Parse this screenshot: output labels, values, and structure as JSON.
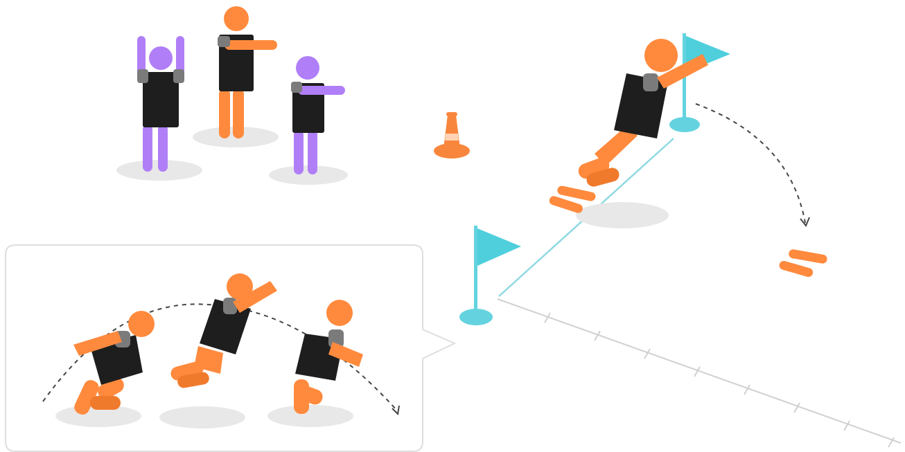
{
  "colors": {
    "background": "#ffffff",
    "skin_orange": "#ff8a3d",
    "skin_orange_dark": "#f07a2c",
    "purple": "#b07ff7",
    "shirt_black": "#1e1e1e",
    "sleeve_gray": "#7b7b7b",
    "shadow": "#e8e8e8",
    "flag_teal": "#4fcfdc",
    "flag_base": "#64d3df",
    "cone_orange": "#f9863d",
    "cone_stripe": "#ffd3b3",
    "measure_line": "#d0d0d0",
    "dash": "#444444",
    "panel_border": "#dedede"
  },
  "icons": {
    "people": [
      "judge-arms-up-figure",
      "judge-pointing-figure",
      "judge-standing-figure"
    ],
    "props": [
      "traffic-cone-icon",
      "start-flag-icon",
      "finish-flag-icon",
      "footprints-icon"
    ],
    "inset": [
      "crouch-phase-figure",
      "flight-phase-figure",
      "landing-phase-figure"
    ]
  }
}
